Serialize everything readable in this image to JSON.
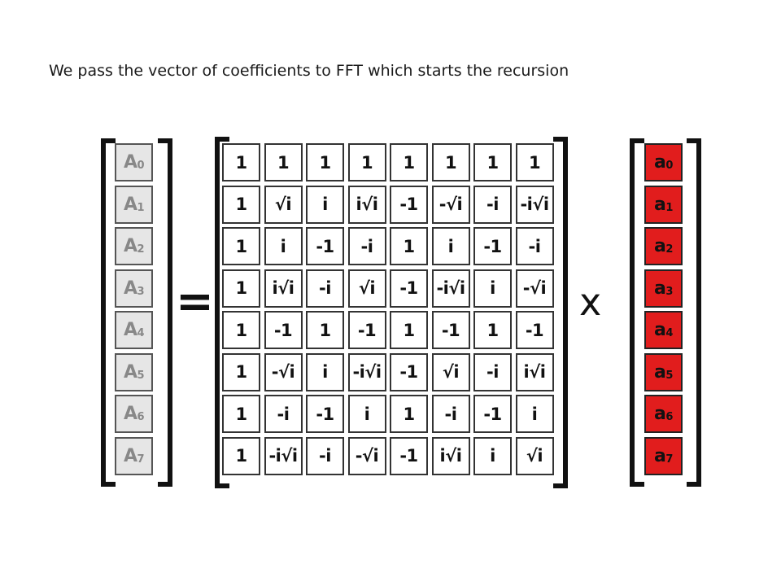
{
  "caption": "We pass the vector of coefficients to FFT which starts the recursion",
  "operators": {
    "equals": "=",
    "times": "x"
  },
  "result_vector": [
    {
      "base": "A",
      "sub": "0"
    },
    {
      "base": "A",
      "sub": "1"
    },
    {
      "base": "A",
      "sub": "2"
    },
    {
      "base": "A",
      "sub": "3"
    },
    {
      "base": "A",
      "sub": "4"
    },
    {
      "base": "A",
      "sub": "5"
    },
    {
      "base": "A",
      "sub": "6"
    },
    {
      "base": "A",
      "sub": "7"
    }
  ],
  "matrix": [
    [
      "1",
      "1",
      "1",
      "1",
      "1",
      "1",
      "1",
      "1"
    ],
    [
      "1",
      "√i",
      "i",
      "i√i",
      "-1",
      "-√i",
      "-i",
      "-i√i"
    ],
    [
      "1",
      "i",
      "-1",
      "-i",
      "1",
      "i",
      "-1",
      "-i"
    ],
    [
      "1",
      "i√i",
      "-i",
      "√i",
      "-1",
      "-i√i",
      "i",
      "-√i"
    ],
    [
      "1",
      "-1",
      "1",
      "-1",
      "1",
      "-1",
      "1",
      "-1"
    ],
    [
      "1",
      "-√i",
      "i",
      "-i√i",
      "-1",
      "√i",
      "-i",
      "i√i"
    ],
    [
      "1",
      "-i",
      "-1",
      "i",
      "1",
      "-i",
      "-1",
      "i"
    ],
    [
      "1",
      "-i√i",
      "-i",
      "-√i",
      "-1",
      "i√i",
      "i",
      "√i"
    ]
  ],
  "input_vector": [
    {
      "base": "a",
      "sub": "0"
    },
    {
      "base": "a",
      "sub": "1"
    },
    {
      "base": "a",
      "sub": "2"
    },
    {
      "base": "a",
      "sub": "3"
    },
    {
      "base": "a",
      "sub": "4"
    },
    {
      "base": "a",
      "sub": "5"
    },
    {
      "base": "a",
      "sub": "6"
    },
    {
      "base": "a",
      "sub": "7"
    }
  ],
  "colors": {
    "input_fill": "#e11d1d",
    "result_fill": "#e6e6e6",
    "result_text": "#888888",
    "matrix_fill": "#ffffff"
  }
}
